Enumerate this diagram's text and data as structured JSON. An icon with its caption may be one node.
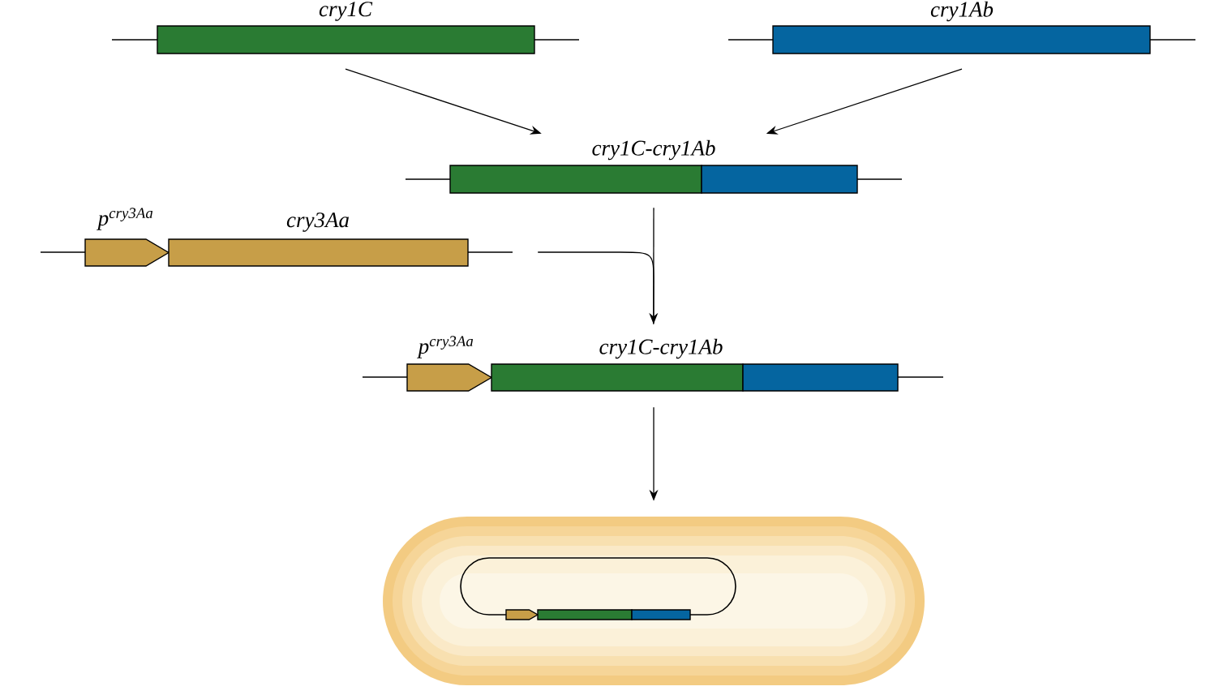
{
  "diagram": {
    "nodes": [
      {
        "text": [
          "cry1C"
        ]
      },
      {
        "text": [
          "cry1Ab"
        ]
      },
      {
        "text": [
          "cry1C-cry1Ab"
        ]
      },
      {
        "text": [
          "p$^{cry3Aa}$",
          "cry3Aa"
        ]
      },
      {
        "text": [
          "p$^{cry3Aa}$",
          "cry1C-cry1Ab"
        ]
      },
      {
        "text": [],
        "shape": "picture"
      }
    ],
    "edges": [
      {
        "from": 0,
        "to": 2,
        "arrow": "to"
      },
      {
        "from": 1,
        "to": 2,
        "arrow": "to"
      },
      {
        "from": 2,
        "to": 4,
        "arrow": "to"
      },
      {
        "from": 3,
        "to": 4,
        "arrow": "none"
      },
      {
        "from": 4,
        "to": 5,
        "arrow": "to"
      }
    ]
  }
}
